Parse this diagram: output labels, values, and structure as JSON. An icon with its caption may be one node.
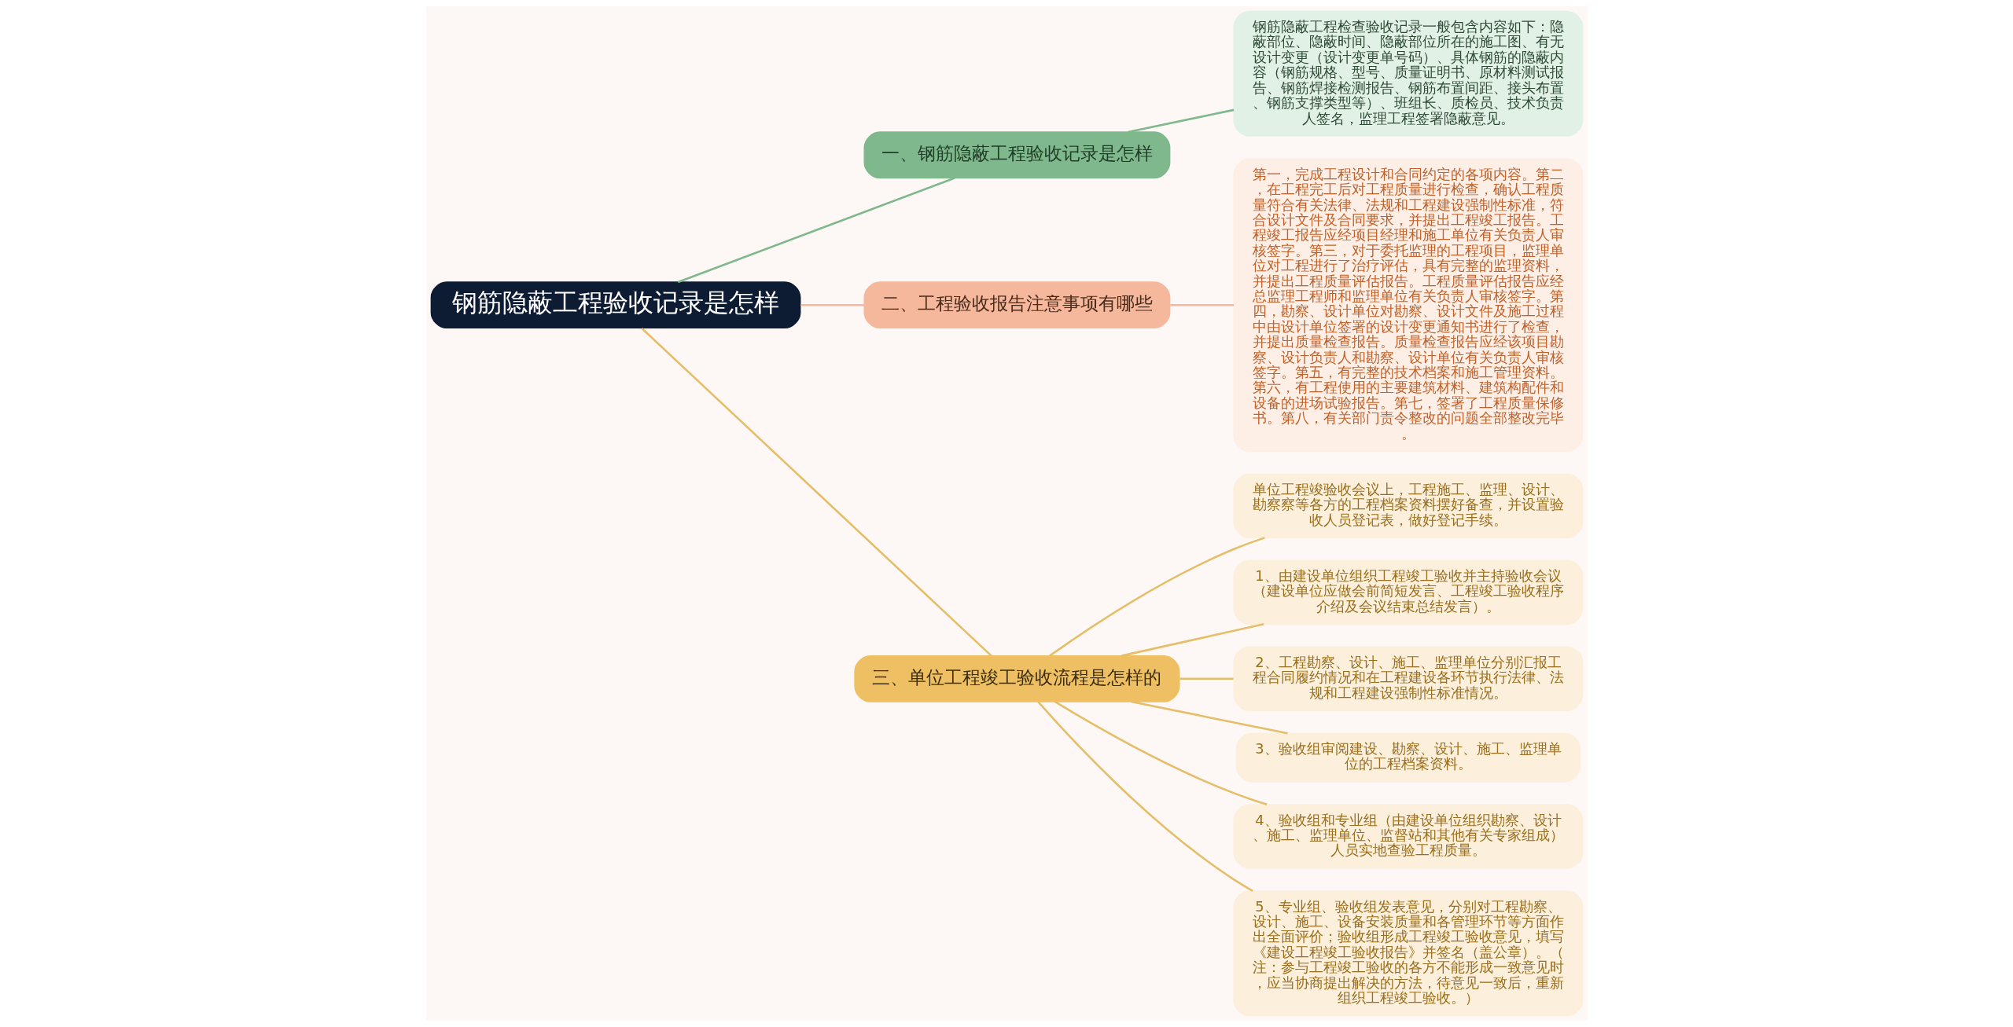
{
  "diagram": {
    "nodes": [
      {
        "text": [
          "钢筋隐蔽工程验收记录是怎样"
        ]
      },
      {
        "text": [
          "一、钢筋隐蔽工程验收记录是怎样"
        ]
      },
      {
        "text": [
          "钢筋隐蔽工程检查验收记录一般包含内容如下：隐蔽部位、隐蔽时间、隐蔽部位所在的施工图、有无设计变更（设计变更单号码）、具体钢筋的隐蔽内容（钢筋规格、型号、质量证明书、原材料测试报告、钢筋焊接检测报告、钢筋布置间距、接头布置、钢筋支撑类型等）、班组长、质检员、技术负责人签名，监理工程签署隐蔽意见。"
        ]
      },
      {
        "text": [
          "二、工程验收报告注意事项有哪些"
        ]
      },
      {
        "text": [
          "第一，完成工程设计和合同约定的各项内容。第二，在工程完工后对工程质量进行检查，确认工程质量符合有关法律、法规和工程建设强制性标准，符合设计文件及合同要求，并提出工程竣工报告。工程竣工报告应经项目经理和施工单位有关负责人审核签字。第三，对于委托监理的工程项目，监理单位对工程进行了治疗评估，具有完整的监理资料，并提出工程质量评估报告。工程质量评估报告应经总监理工程师和监理单位有关负责人审核签字。第四，勘察、设计单位对勘察、设计文件及施工过程中由设计单位签署的设计变更通知书进行了检查，并提出质量检查报告。质量检查报告应经该项目勘察、设计负责人和勘察、设计单位有关负责人审核签字。第五，有完整的技术档案和施工管理资料。第六，有工程使用的主要建筑材料、建筑构配件和设备的进场试验报告。第七，签署了工程质量保修书。第八，有关部门责令整改的问题全部整改完毕。"
        ]
      },
      {
        "text": [
          "三、单位工程竣工验收流程是怎样的"
        ]
      },
      {
        "text": [
          "单位工程竣验收会议上，工程施工、监理、设计、勘察察等各方的工程档案资料摆好备查，并设置验收人员登记表，做好登记手续。"
        ]
      },
      {
        "text": [
          "1、由建设单位组织工程竣工验收并主持验收会议（建设单位应做会前简短发言、工程竣工验收程序介绍及会议结束总结发言）。"
        ]
      },
      {
        "text": [
          "2、工程勘察、设计、施工、监理单位分别汇报工程合同履约情况和在工程建设各环节执行法律、法规和工程建设强制性标准情况。"
        ]
      },
      {
        "text": [
          "3、验收组审阅建设、勘察、设计、施工、监理单位的工程档案资料。"
        ]
      },
      {
        "text": [
          "4、验收组和专业组（由建设单位组织勘察、设计、施工、监理单位、监督站和其他有关专家组成）人员实地查验工程质量。"
        ]
      },
      {
        "text": [
          "5、专业组、验收组发表意见，分别对工程勘察、设计、施工、设备安装质量和各管理环节等方面作出全面评价；验收组形成工程竣工验收意见，填写《建设工程竣工验收报告》并签名（盖公章）。（注：参与工程竣工验收的各方不能形成一致意见时，应当协商提出解决的方法，待意见一致后，重新组织工程竣工验收。）"
        ]
      }
    ],
    "edges": [
      {
        "from": 0,
        "to": 1,
        "arrow": "none",
        "color": "#7fb88c"
      },
      {
        "from": 1,
        "to": 2,
        "arrow": "none",
        "color": "#7fb88c"
      },
      {
        "from": 0,
        "to": 3,
        "arrow": "none",
        "color": "#f6b89c"
      },
      {
        "from": 3,
        "to": 4,
        "arrow": "none",
        "color": "#f6b89c"
      },
      {
        "from": 0,
        "to": 5,
        "arrow": "none"
      },
      {
        "from": 5,
        "to": 6,
        "arrow": "none"
      },
      {
        "from": 5,
        "to": 7,
        "arrow": "none"
      },
      {
        "from": 5,
        "to": 8,
        "arrow": "none"
      },
      {
        "from": 5,
        "to": 9,
        "arrow": "none"
      },
      {
        "from": 5,
        "to": 10,
        "arrow": "none"
      },
      {
        "from": 5,
        "to": 11,
        "arrow": "none"
      }
    ]
  }
}
